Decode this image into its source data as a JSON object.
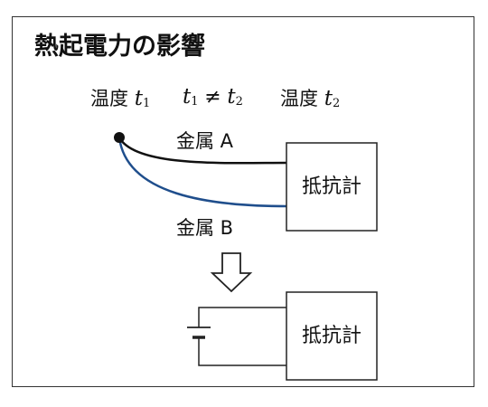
{
  "diagram": {
    "title": "熱起電力の影響",
    "temp_left_label": "温度",
    "temp_left_var": "t",
    "temp_left_sub": "1",
    "condition_left_var": "t",
    "condition_left_sub": "1",
    "condition_op": "≠",
    "condition_right_var": "t",
    "condition_right_sub": "2",
    "temp_right_label": "温度",
    "temp_right_var": "t",
    "temp_right_sub": "2",
    "metal_a_label": "金属 A",
    "metal_b_label": "金属 B",
    "meter_label_top": "抵抗計",
    "meter_label_bottom": "抵抗計",
    "colors": {
      "metal_a_wire": "#111111",
      "metal_b_wire": "#1f4e8c",
      "frame": "#333333"
    }
  }
}
